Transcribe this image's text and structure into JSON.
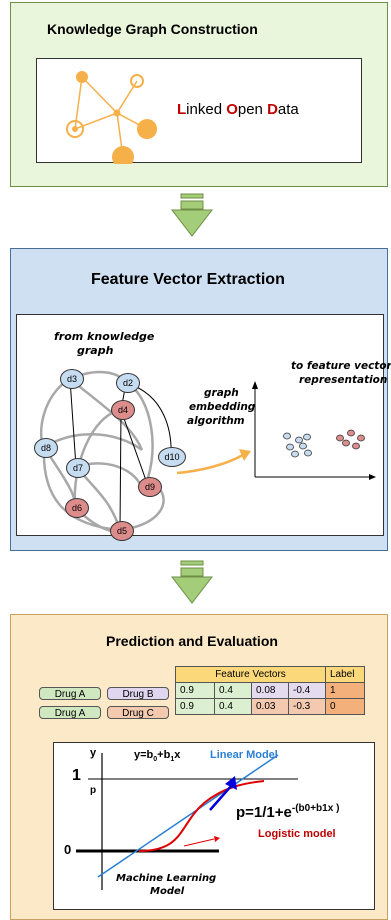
{
  "panel1": {
    "title": "Knowledge  Graph  Construction",
    "lod": {
      "l": "L",
      "inked": "inked ",
      "o": "O",
      "pen": "pen ",
      "d": "D",
      "ata": "ata"
    }
  },
  "panel2": {
    "title": "Feature Vector Extraction",
    "from_text": [
      "from knowledge",
      "graph"
    ],
    "algo_text": [
      "graph",
      "embedding",
      "algorithm"
    ],
    "to_text": [
      "to feature vector",
      "representation"
    ],
    "nodes": [
      "d2",
      "d3",
      "d4",
      "d5",
      "d6",
      "d7",
      "d8",
      "d9",
      "d10"
    ]
  },
  "panel3": {
    "title": "Prediction and Evaluation",
    "table": {
      "header_fv": "Feature Vectors",
      "header_label": "Label",
      "rows": [
        {
          "drug_a": "Drug A",
          "drug_b": "Drug B",
          "values": [
            "0.9",
            "0.4",
            "0.08",
            "-0.4"
          ],
          "label": "1"
        },
        {
          "drug_a": "Drug A",
          "drug_b": "Drug C",
          "values": [
            "0.9",
            "0.4",
            "0.03",
            "-0.3"
          ],
          "label": "0"
        }
      ]
    },
    "plot": {
      "y_axis": "y",
      "one": "1",
      "p": "p",
      "zero": "0",
      "linear_eq": {
        "a": "y=b",
        "s0": "0",
        "b": "+b",
        "s1": "1",
        "c": "x"
      },
      "linear_model": "Linear Model",
      "logistic_eq": {
        "base": "p=1/1+e",
        "exp": "-(b0+b1x )"
      },
      "logistic_model": "Logistic model",
      "ml_model": [
        "Machine Learning",
        "Model"
      ]
    }
  },
  "colors": {
    "green_panel": "#eaf6dc",
    "blue_panel": "#cfe0f2",
    "orange_panel": "#fbe9c8",
    "node_blue": "#c6dcf0",
    "node_red": "#dd8c8c",
    "red": "#c00000",
    "linear_blue": "#2a7fd4"
  }
}
